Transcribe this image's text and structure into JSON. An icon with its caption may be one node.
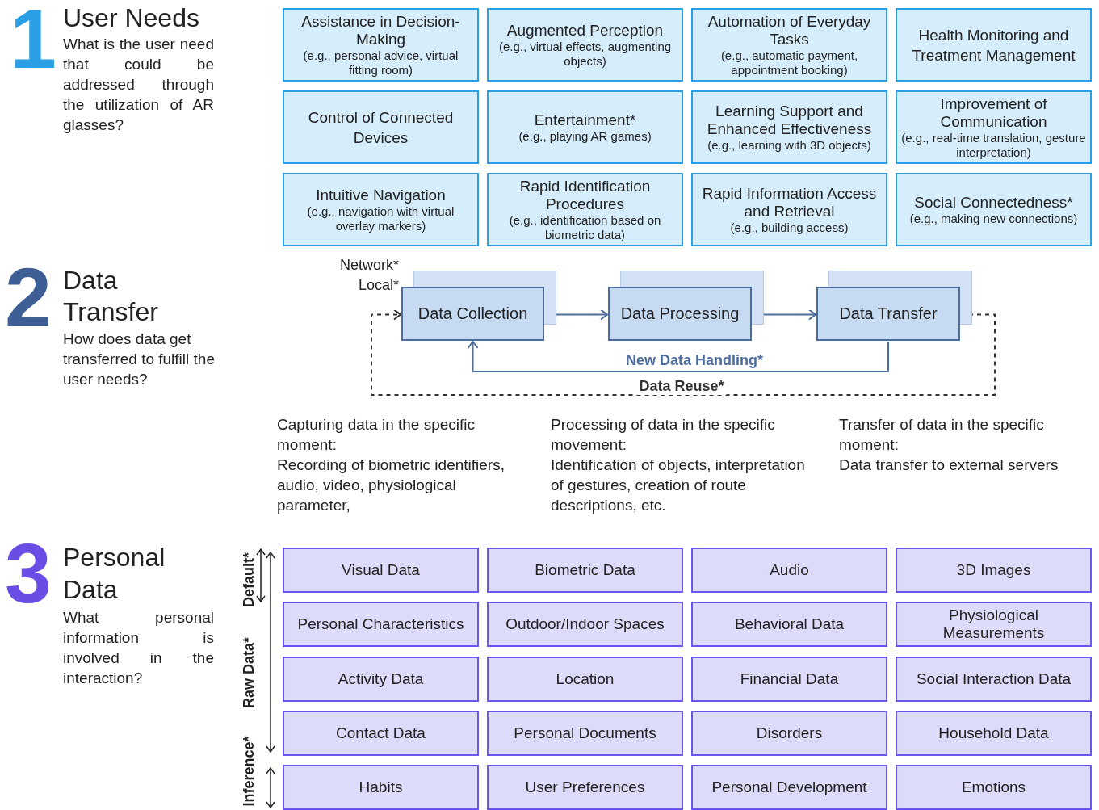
{
  "diagram": {
    "nodes": [
      {
        "text": [
          "Assistance in Decision-Making",
          "(e.g., personal advice, virtual fitting room)"
        ]
      },
      {
        "text": [
          "Augmented Perception",
          "(e.g., virtual effects, augmenting objects)"
        ]
      },
      {
        "text": [
          "Automation of Everyday Tasks",
          "(e.g., automatic payment, appointment booking)"
        ]
      },
      {
        "text": [
          "Health Monitoring and Treatment Management"
        ]
      },
      {
        "text": [
          "Control of Connected Devices"
        ]
      },
      {
        "text": [
          "Entertainment*",
          "(e.g., playing AR games)"
        ]
      },
      {
        "text": [
          "Learning Support and Enhanced Effectiveness",
          "(e.g., learning with 3D objects)"
        ]
      },
      {
        "text": [
          "Improvement of Communication",
          "(e.g., real-time translation, gesture interpretation)"
        ]
      },
      {
        "text": [
          "Intuitive Navigation",
          "(e.g., navigation with virtual overlay markers)"
        ]
      },
      {
        "text": [
          "Rapid Identification Procedures",
          "(e.g., identification based on biometric data)"
        ]
      },
      {
        "text": [
          "Rapid Information Access and Retrieval",
          "(e.g., building access)"
        ]
      },
      {
        "text": [
          "Social Connectedness*",
          "(e.g., making new connections)"
        ]
      },
      {
        "text": [
          "Data Collection"
        ]
      },
      {
        "text": [
          "Data Processing"
        ]
      },
      {
        "text": [
          "Data Transfer"
        ]
      },
      {
        "text": [
          "Visual Data"
        ]
      },
      {
        "text": [
          "Biometric Data"
        ]
      },
      {
        "text": [
          "Audio"
        ]
      },
      {
        "text": [
          "3D Images"
        ]
      },
      {
        "text": [
          "Personal Characteristics"
        ]
      },
      {
        "text": [
          "Outdoor/Indoor Spaces"
        ]
      },
      {
        "text": [
          "Behavioral Data"
        ]
      },
      {
        "text": [
          "Physiological Measurements"
        ]
      },
      {
        "text": [
          "Activity Data"
        ]
      },
      {
        "text": [
          "Location"
        ]
      },
      {
        "text": [
          "Financial Data"
        ]
      },
      {
        "text": [
          "Social Interaction Data"
        ]
      },
      {
        "text": [
          "Contact Data"
        ]
      },
      {
        "text": [
          "Personal Documents"
        ]
      },
      {
        "text": [
          "Disorders"
        ]
      },
      {
        "text": [
          "Household Data"
        ]
      },
      {
        "text": [
          "Habits"
        ]
      },
      {
        "text": [
          "User Preferences"
        ]
      },
      {
        "text": [
          "Personal Development"
        ]
      },
      {
        "text": [
          "Emotions"
        ]
      }
    ],
    "edges": [
      {
        "from": 12,
        "to": 13,
        "arrow": "to"
      },
      {
        "from": 13,
        "to": 14,
        "arrow": "to"
      },
      {
        "from": 14,
        "to": 12,
        "arrow": "to",
        "label": "New Data Handling*"
      },
      {
        "from": 14,
        "to": 12,
        "arrow": "to",
        "label": "Data Reuse*",
        "style": "dashed",
        "color": "#333333"
      }
    ],
    "labels": [
      "1",
      "User Needs",
      "What is the user need that could be addressed through the utilization of AR glasses?",
      "2",
      "Data Transfer",
      "How does data get transferred to fulfill the user needs?",
      "Network*",
      "Local*",
      "Capturing data in the specific moment:",
      "Recording of biometric identifiers, audio, video, physiological parameter,",
      "Processing of data in the specific movement:",
      "Identification of objects, interpretation of gestures, creation of route descriptions, etc.",
      "Transfer of data in the specific moment:",
      "Data transfer to external servers",
      "3",
      "Personal Data",
      "What personal information is involved in the interaction?",
      "Default*",
      "Raw Data*",
      "Inference*"
    ]
  }
}
